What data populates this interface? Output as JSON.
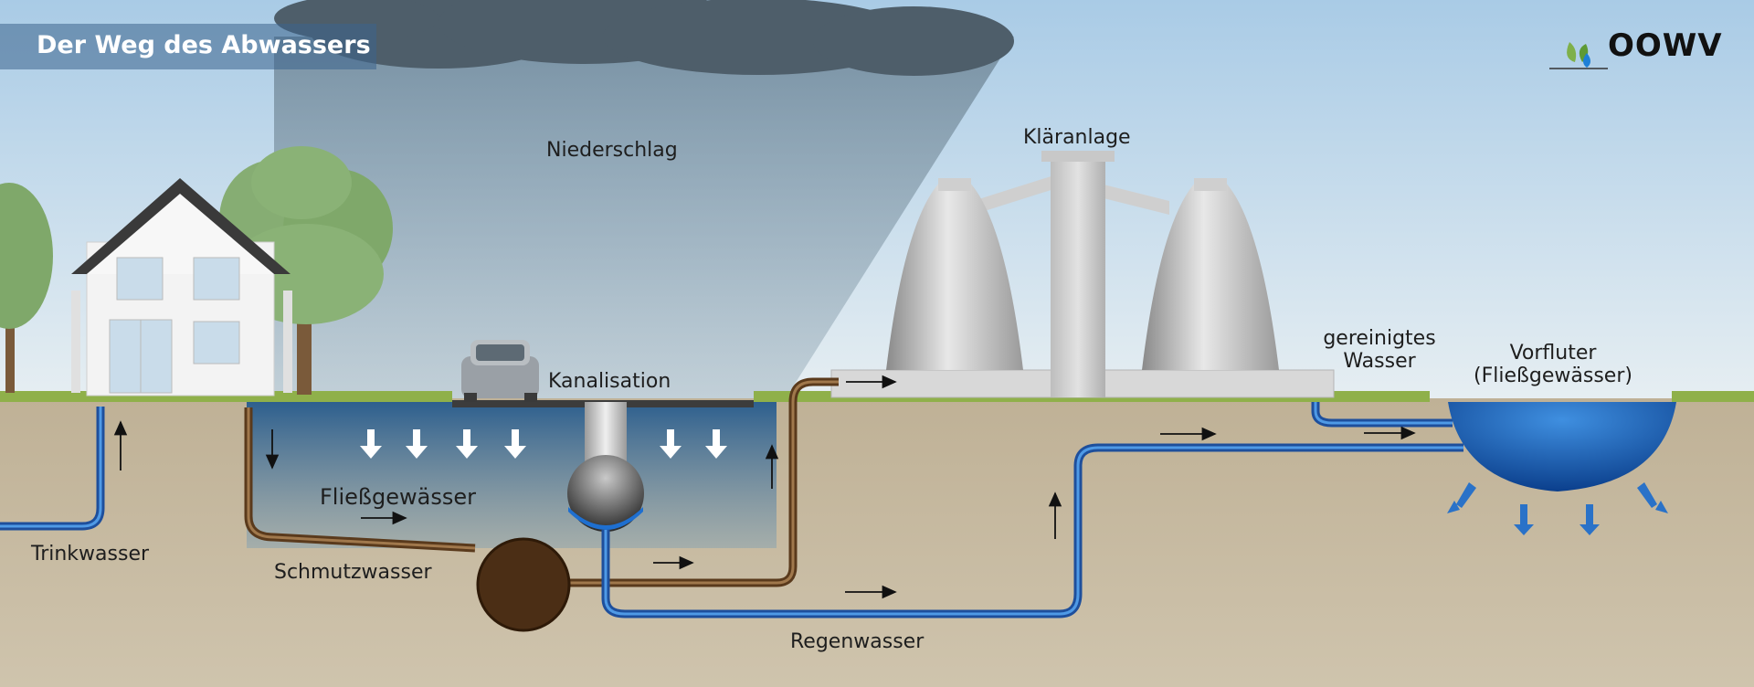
{
  "title": "Der Weg des Abwassers",
  "logo": {
    "text": "OOWV",
    "icon": "leaf-drop-icon"
  },
  "labels": {
    "niederschlag": "Niederschlag",
    "klaeranlage": "Kläranlage",
    "kanalisation": "Kanalisation",
    "gereinigtes_line1": "gereinigtes",
    "gereinigtes_line2": "Wasser",
    "vorfluter_line1": "Vorfluter",
    "vorfluter_line2": "(Fließgewässer)",
    "fliessgewaesser": "Fließgewässer",
    "trinkwasser": "Trinkwasser",
    "schmutzwasser": "Schmutzwasser",
    "regenwasser": "Regenwasser"
  },
  "colors": {
    "clean_water": "#1e6fd0",
    "waste_water": "#5a3a1c",
    "soil": "#bcae93",
    "grass": "#8fb04a",
    "sky": "#c6dcec"
  }
}
